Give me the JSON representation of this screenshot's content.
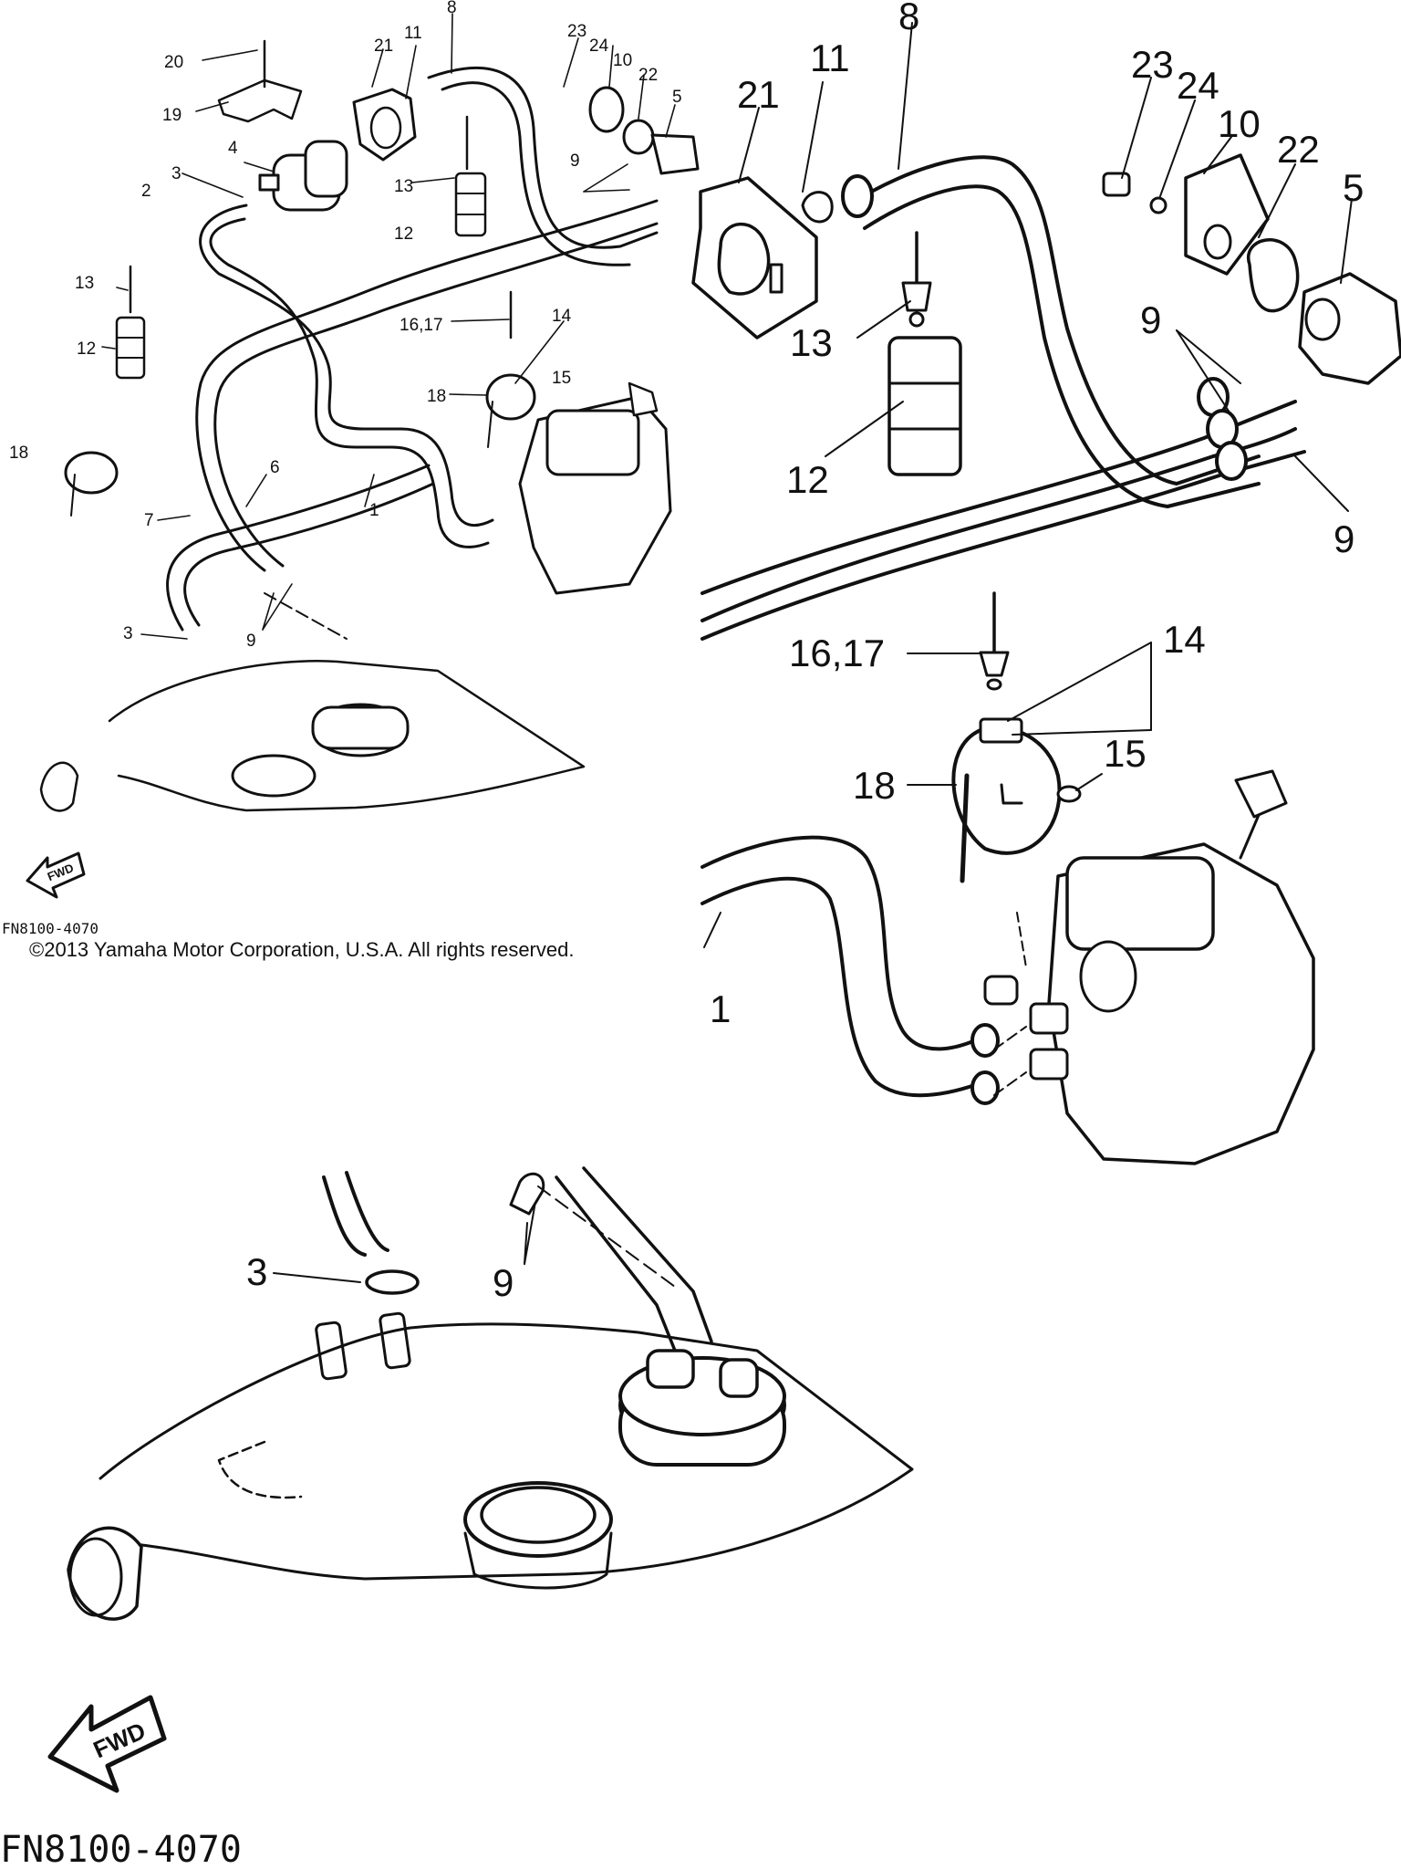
{
  "copyright": "©2013 Yamaha Motor Corporation, U.S.A. All rights reserved.",
  "figure_code": "FN8100-4070",
  "fwd_label": "FWD",
  "overview_callouts": [
    "20",
    "21",
    "11",
    "8",
    "23",
    "24",
    "10",
    "22",
    "5",
    "19",
    "4",
    "3",
    "13",
    "2",
    "9",
    "12",
    "13",
    "12",
    "16,17",
    "14",
    "18",
    "15",
    "18",
    "6",
    "1",
    "7",
    "3",
    "9"
  ],
  "detail_callouts": [
    "21",
    "11",
    "8",
    "23",
    "24",
    "10",
    "22",
    "5",
    "13",
    "12",
    "9",
    "9",
    "16,17",
    "14",
    "18",
    "15",
    "1",
    "3",
    "9"
  ],
  "icons": [
    "fwd-arrow-icon"
  ]
}
